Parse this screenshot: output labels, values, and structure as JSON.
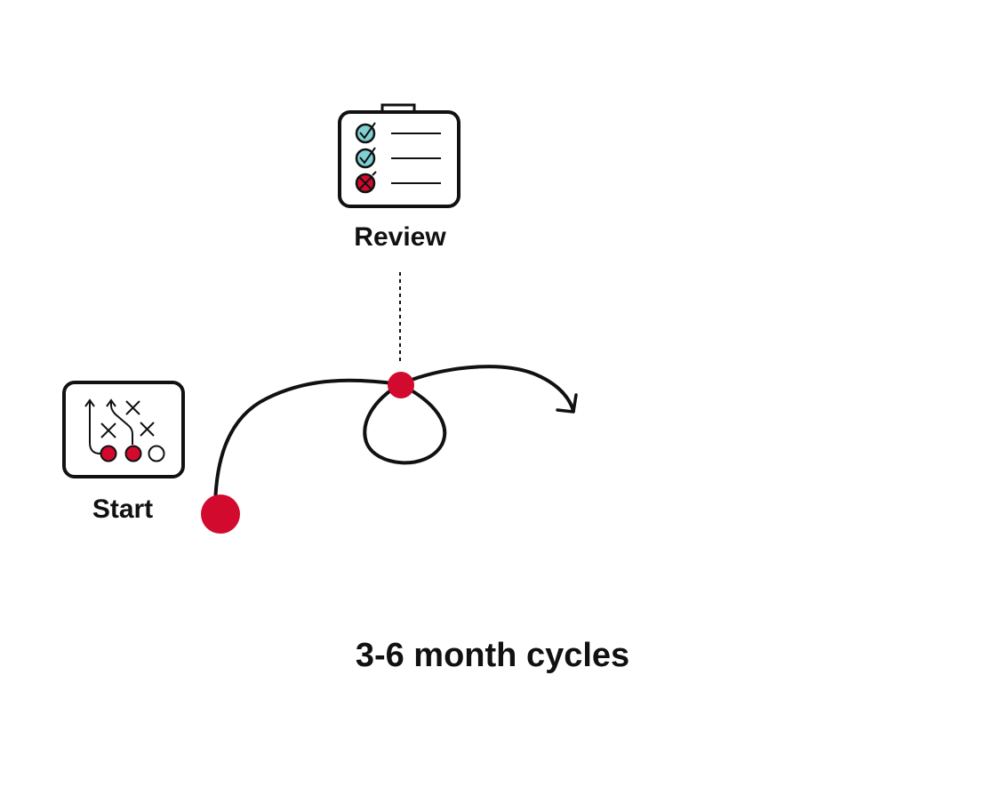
{
  "labels": {
    "review": "Review",
    "start": "Start",
    "caption": "3-6 month cycles"
  },
  "colors": {
    "accent_red": "#d20a2e",
    "check_teal": "#7fcfd3",
    "ink": "#111111",
    "background": "#ffffff"
  },
  "icons": {
    "review": "clipboard-checklist-icon",
    "start": "playbook-strategy-icon"
  }
}
